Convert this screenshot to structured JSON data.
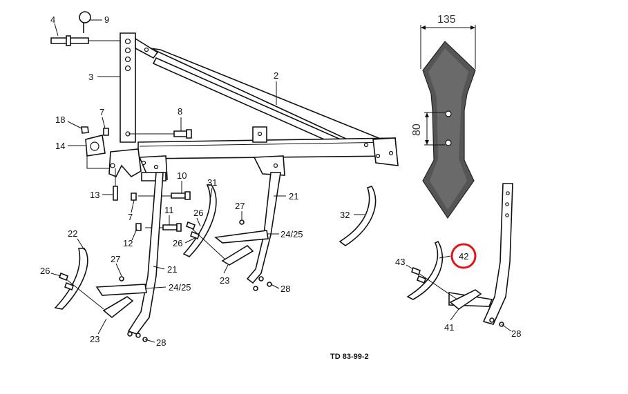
{
  "drawing_code": "TD 83-99-2",
  "dimensions": {
    "width": "135",
    "height": "80"
  },
  "highlight_color": "#e0141c",
  "part_labels": {
    "p4": "4",
    "p9": "9",
    "p3": "3",
    "p2": "2",
    "p18": "18",
    "p7a": "7",
    "p8": "8",
    "p14": "14",
    "p10": "10",
    "p13": "13",
    "p7b": "7",
    "p11": "11",
    "p12": "12",
    "p31": "31",
    "p26a": "26",
    "p27a": "27",
    "p21a": "21",
    "p24a": "24/25",
    "p26b": "26",
    "p32": "32",
    "p22": "22",
    "p27b": "27",
    "p21b": "21",
    "p26c": "26",
    "p24b": "24/25",
    "p23a": "23",
    "p28a": "28",
    "p23b": "23",
    "p28b": "28",
    "p42": "42",
    "p43": "43",
    "p41": "41",
    "p28c": "28"
  }
}
